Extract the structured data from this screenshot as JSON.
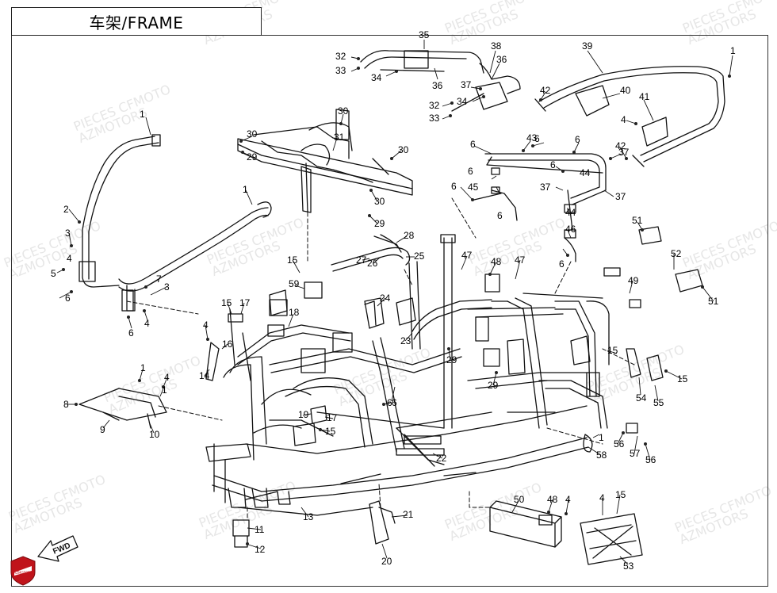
{
  "title": "车架/FRAME",
  "watermark": {
    "line1": "PIECES CFMOTO",
    "line2": "AZMOTORS"
  },
  "logo_text": "AZMOTORS",
  "direction_label": "FWD",
  "callouts": [
    {
      "label": "35"
    },
    {
      "label": "38"
    },
    {
      "label": "36"
    },
    {
      "label": "32"
    },
    {
      "label": "33"
    },
    {
      "label": "34"
    },
    {
      "label": "36"
    },
    {
      "label": "37"
    },
    {
      "label": "34"
    },
    {
      "label": "32"
    },
    {
      "label": "33"
    },
    {
      "label": "39"
    },
    {
      "label": "1"
    },
    {
      "label": "42"
    },
    {
      "label": "40"
    },
    {
      "label": "41"
    },
    {
      "label": "4"
    },
    {
      "label": "6"
    },
    {
      "label": "42"
    },
    {
      "label": "6"
    },
    {
      "label": "6"
    },
    {
      "label": "43"
    },
    {
      "label": "6"
    },
    {
      "label": "37"
    },
    {
      "label": "6"
    },
    {
      "label": "44"
    },
    {
      "label": "37"
    },
    {
      "label": "6"
    },
    {
      "label": "45"
    },
    {
      "label": "37"
    },
    {
      "label": "6"
    },
    {
      "label": "44"
    },
    {
      "label": "46"
    },
    {
      "label": "6"
    },
    {
      "label": "1"
    },
    {
      "label": "30"
    },
    {
      "label": "30"
    },
    {
      "label": "31"
    },
    {
      "label": "29"
    },
    {
      "label": "30"
    },
    {
      "label": "1"
    },
    {
      "label": "30"
    },
    {
      "label": "29"
    },
    {
      "label": "2"
    },
    {
      "label": "1"
    },
    {
      "label": "3"
    },
    {
      "label": "4"
    },
    {
      "label": "5"
    },
    {
      "label": "6"
    },
    {
      "label": "7"
    },
    {
      "label": "3"
    },
    {
      "label": "4"
    },
    {
      "label": "6"
    },
    {
      "label": "28"
    },
    {
      "label": "27"
    },
    {
      "label": "26"
    },
    {
      "label": "25"
    },
    {
      "label": "15"
    },
    {
      "label": "59"
    },
    {
      "label": "47"
    },
    {
      "label": "48"
    },
    {
      "label": "47"
    },
    {
      "label": "51"
    },
    {
      "label": "52"
    },
    {
      "label": "49"
    },
    {
      "label": "51"
    },
    {
      "label": "15"
    },
    {
      "label": "17"
    },
    {
      "label": "18"
    },
    {
      "label": "24"
    },
    {
      "label": "6"
    },
    {
      "label": "4"
    },
    {
      "label": "16"
    },
    {
      "label": "23"
    },
    {
      "label": "29"
    },
    {
      "label": "29"
    },
    {
      "label": "14"
    },
    {
      "label": "15"
    },
    {
      "label": "54"
    },
    {
      "label": "55"
    },
    {
      "label": "15"
    },
    {
      "label": "1"
    },
    {
      "label": "4"
    },
    {
      "label": "1"
    },
    {
      "label": "8"
    },
    {
      "label": "9"
    },
    {
      "label": "10"
    },
    {
      "label": "6"
    },
    {
      "label": "19"
    },
    {
      "label": "17"
    },
    {
      "label": "15"
    },
    {
      "label": "1"
    },
    {
      "label": "22"
    },
    {
      "label": "56"
    },
    {
      "label": "57"
    },
    {
      "label": "56"
    },
    {
      "label": "58"
    },
    {
      "label": "13"
    },
    {
      "label": "11"
    },
    {
      "label": "12"
    },
    {
      "label": "21"
    },
    {
      "label": "20"
    },
    {
      "label": "50"
    },
    {
      "label": "48"
    },
    {
      "label": "4"
    },
    {
      "label": "4"
    },
    {
      "label": "15"
    },
    {
      "label": "53"
    }
  ]
}
